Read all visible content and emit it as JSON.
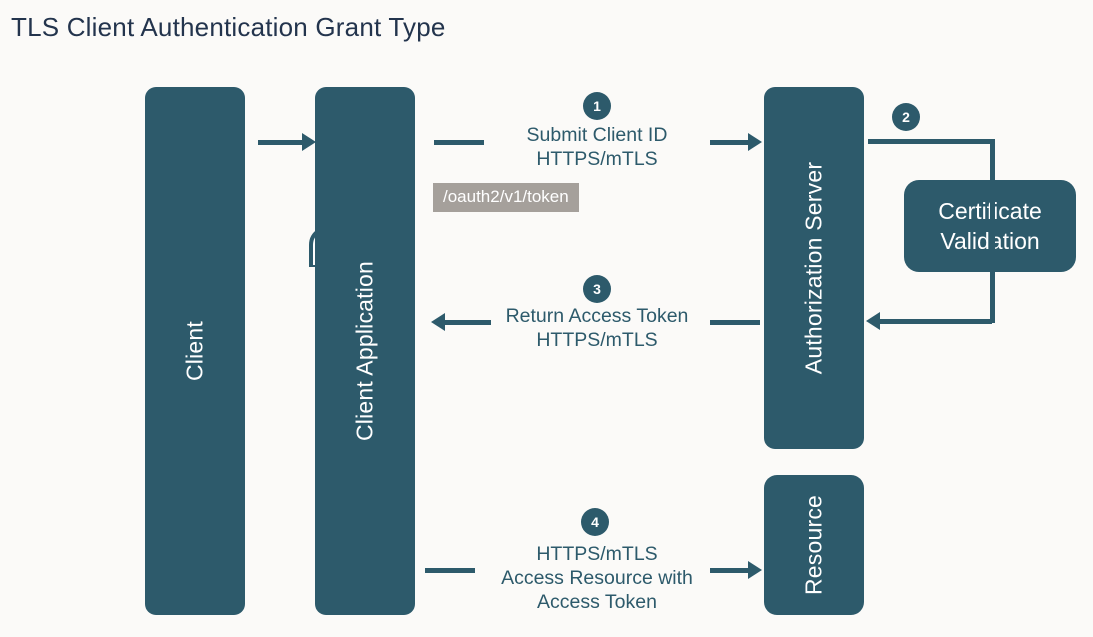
{
  "page": {
    "title": "TLS Client Authentication Grant Type",
    "background_color": "#fbfaf8",
    "accent_color": "#2d5a6b",
    "title_color": "#23344d",
    "chip_color": "#a5a09b"
  },
  "nodes": {
    "client": {
      "label": "Client",
      "icon": "user-icon"
    },
    "client_application": {
      "label": "Client Application"
    },
    "authorization_server": {
      "label": "Authorization Server"
    },
    "certificate_validation": {
      "label": "Certificate\nValidation"
    },
    "resource": {
      "label": "Resource"
    }
  },
  "steps": [
    {
      "number": "1",
      "text": "Submit Client ID\nHTTPS/mTLS",
      "endpoint": "/oauth2/v1/token",
      "direction": "right"
    },
    {
      "number": "2",
      "text": "",
      "direction": "loop"
    },
    {
      "number": "3",
      "text": "Return Access Token\nHTTPS/mTLS",
      "direction": "left"
    },
    {
      "number": "4",
      "text": "HTTPS/mTLS\nAccess Resource with\nAccess Token",
      "direction": "right"
    }
  ]
}
